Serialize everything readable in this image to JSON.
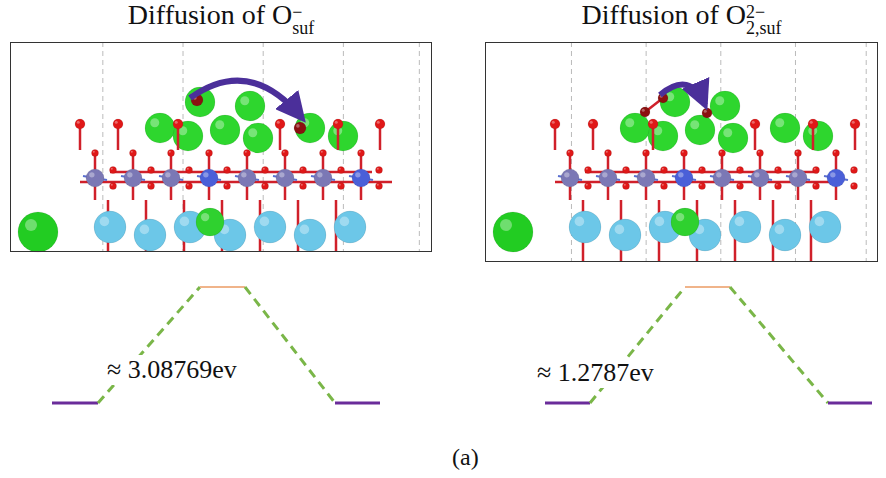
{
  "diagram": {
    "caption": "(a)",
    "nodes": [
      {
        "text": [
          "Diffusion of O",
          "−",
          "suf"
        ]
      },
      {
        "text": [
          "Diffusion of O",
          "2−",
          "2,suf"
        ]
      }
    ],
    "labels": [
      "≈ 3.08769ev",
      "≈ 1.2787ev"
    ]
  }
}
